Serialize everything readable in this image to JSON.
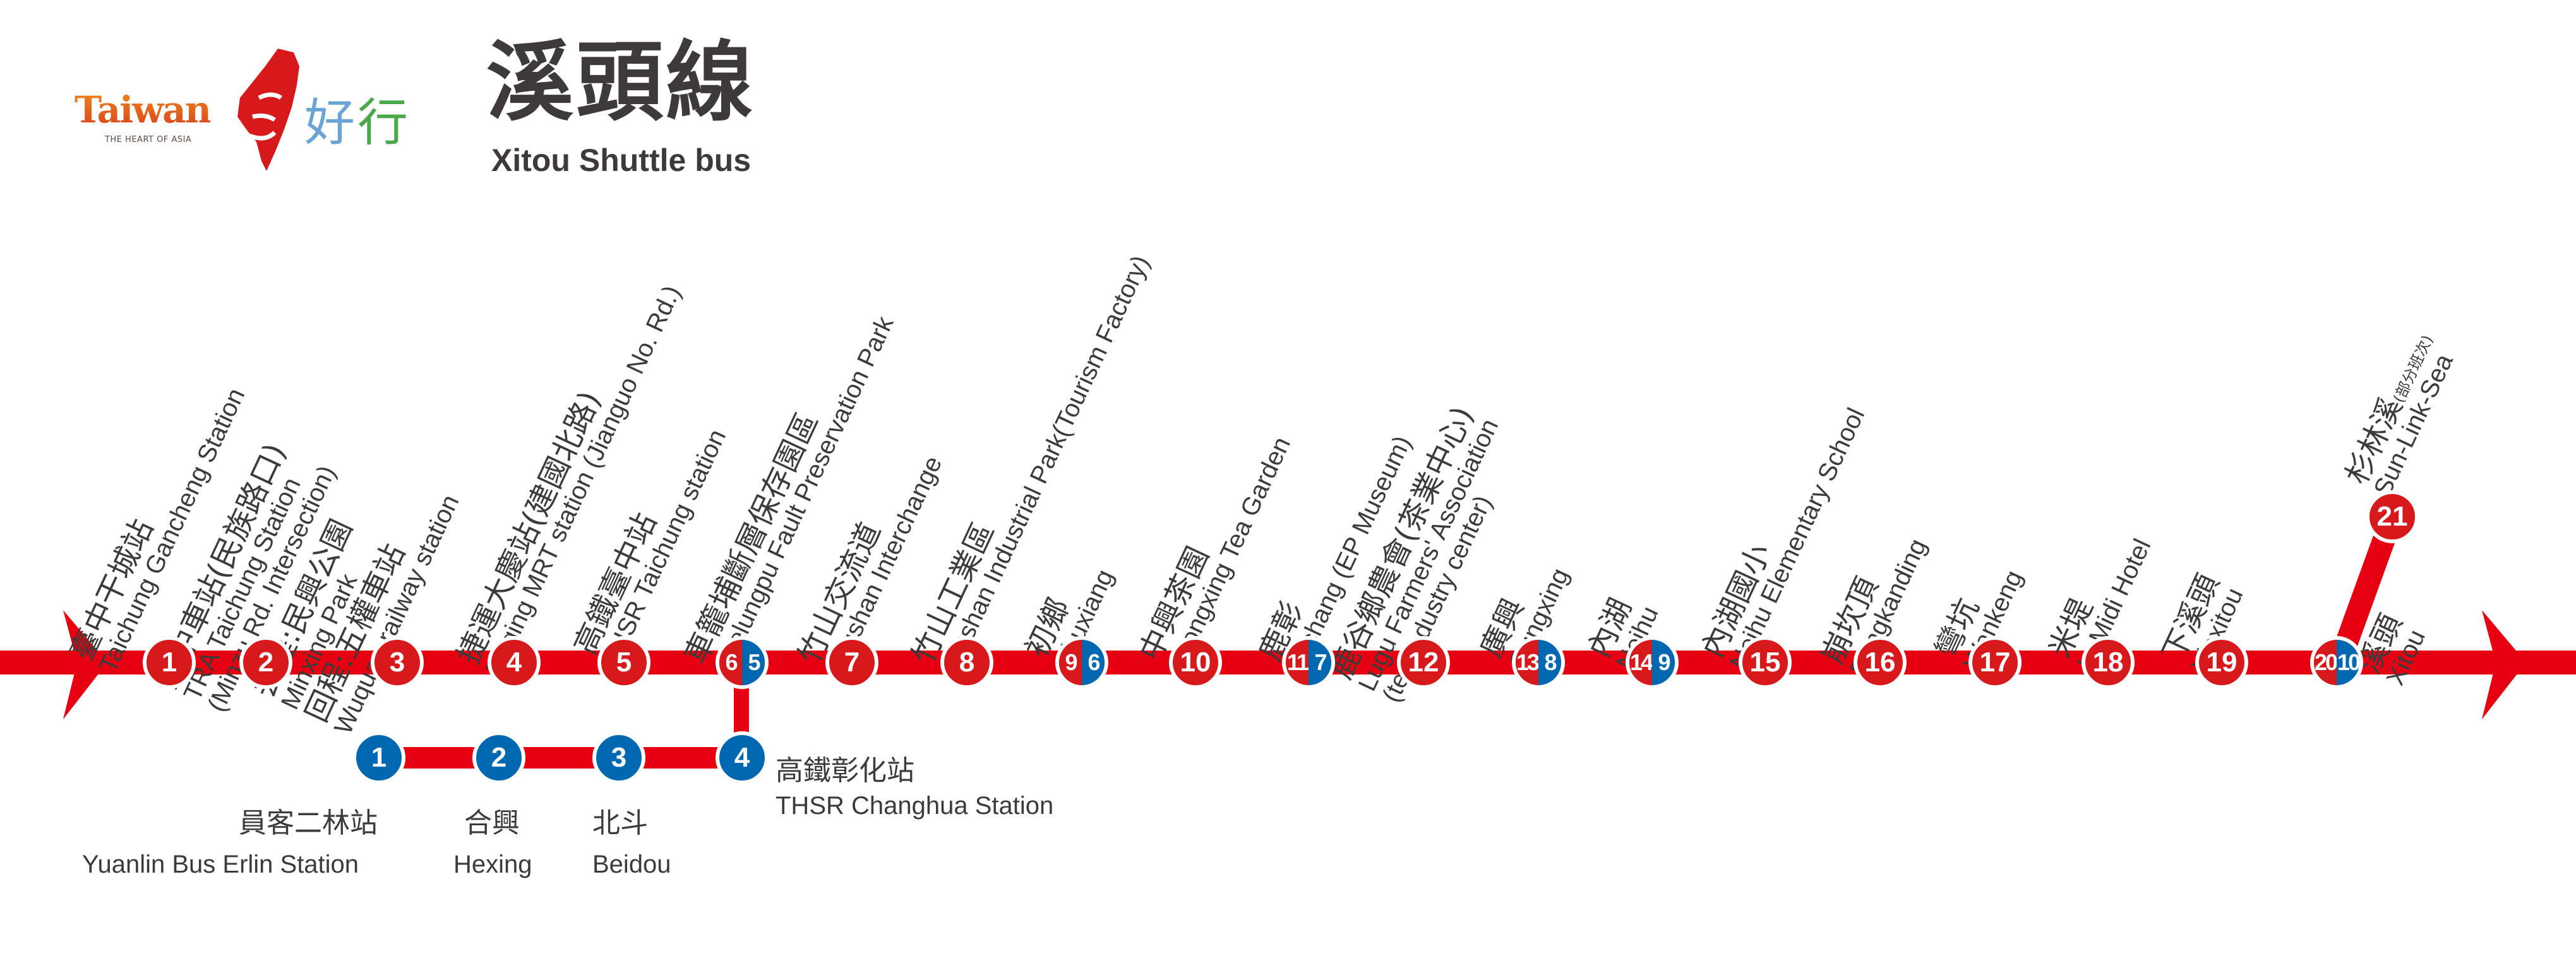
{
  "header": {
    "logo_wordmark": "Taiwan",
    "logo_tagline": "THE HEART OF ASIA",
    "logo_calligraphy": [
      "好",
      "行"
    ],
    "logo_island_char": "灣",
    "title_zh": "溪頭線",
    "title_en": "Xitou Shuttle bus"
  },
  "colors": {
    "line_red": "#E60012",
    "station_red": "#D7191C",
    "station_blue": "#0068B0",
    "text": "#3E3A39"
  },
  "main_line": {
    "stations": [
      {
        "num": "1",
        "zh": "臺中干城站",
        "en": "Taichung Gancheng Station"
      },
      {
        "num": "2",
        "zh": "臺中車站(民族路口)",
        "en": "TRA Taichung Station",
        "en2": "(Minzu Rd. Intersection)"
      },
      {
        "num": "3",
        "zh": "去程:民興公園",
        "en": "Minxing Park",
        "zh2": "回程:五權車站",
        "en3": "Wuquan railway station"
      },
      {
        "num": "4",
        "zh": "捷運大慶站(建國北路)",
        "en": "Daqing MRT station (Jianguo No. Rd.)"
      },
      {
        "num": "5",
        "zh": "高鐵臺中站",
        "en": "THSR Taichung station"
      },
      {
        "num": "6",
        "num_blue": "5",
        "zh": "車籠埔斷層保存園區",
        "en": "Chelungpu Fault Preservation Park"
      },
      {
        "num": "7",
        "zh": "竹山交流道",
        "en": "Zhushan Interchange"
      },
      {
        "num": "8",
        "zh": "竹山工業區",
        "en": "Jhushan Industrial Park(Tourism Factory)"
      },
      {
        "num": "9",
        "num_blue": "6",
        "zh": "初鄉",
        "en": "Chuxiang"
      },
      {
        "num": "10",
        "zh": "中興茶園",
        "en": "Zhongxing Tea Garden"
      },
      {
        "num": "11",
        "num_blue": "7",
        "zh": "鹿彰",
        "en": "Luchang (EP Museum)"
      },
      {
        "num": "12",
        "zh": "鹿谷鄉農會(茶業中心)",
        "en": "Lugu Farmers' Association",
        "en2": "(tea industry center)"
      },
      {
        "num": "13",
        "num_blue": "8",
        "zh": "廣興",
        "en": "Gungxing"
      },
      {
        "num": "14",
        "num_blue": "9",
        "zh": "內湖",
        "en": "Neihu"
      },
      {
        "num": "15",
        "zh": "內湖國小",
        "en": "Neihu Elementary School"
      },
      {
        "num": "16",
        "zh": "崩坎頂",
        "en": "Bengkanding"
      },
      {
        "num": "17",
        "zh": "彎坑",
        "en": "Wankeng"
      },
      {
        "num": "18",
        "zh": "米堤",
        "en": "LeMidi Hotel"
      },
      {
        "num": "19",
        "zh": "下溪頭",
        "en": "Xiaxitou"
      },
      {
        "num": "20",
        "num_blue": "10",
        "zh": "溪頭",
        "en": "Xitou"
      },
      {
        "num": "21",
        "zh": "杉林溪",
        "zh_note": "(部分班次)",
        "en": "Sun-Link-Sea"
      }
    ]
  },
  "branch_line": {
    "stations": [
      {
        "num": "1",
        "zh": "員客二林站",
        "en": "Yuanlin Bus Erlin Station"
      },
      {
        "num": "2",
        "zh": "合興",
        "en": "Hexing"
      },
      {
        "num": "3",
        "zh": "北斗",
        "en": "Beidou"
      },
      {
        "num": "4",
        "zh": "高鐵彰化站",
        "en": "THSR Changhua Station"
      }
    ]
  }
}
